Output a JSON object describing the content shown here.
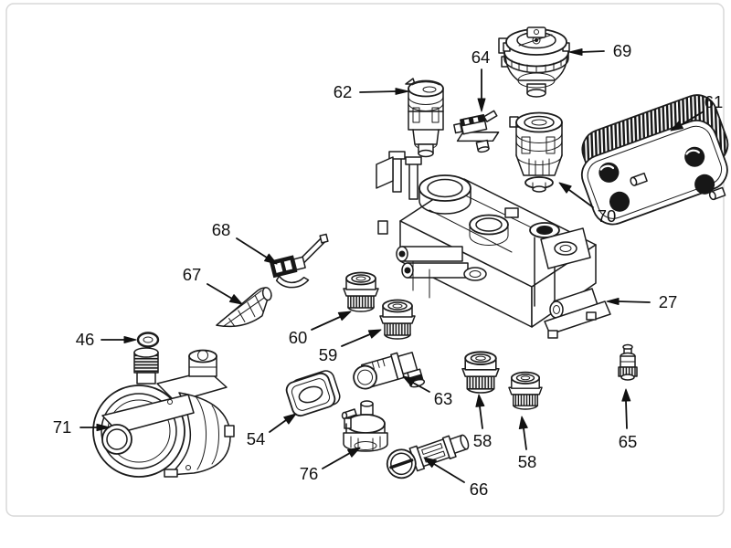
{
  "figure": {
    "type": "exploded-parts-diagram",
    "background": "#ffffff",
    "line_color": "#1b1b1b",
    "border_color": "#d8d8d8",
    "label_color": "#111111"
  },
  "callouts": [
    {
      "number": "62",
      "part": "filter-cartridge"
    },
    {
      "number": "64",
      "part": "micro-switch-sensor"
    },
    {
      "number": "69",
      "part": "actuator-motor-head"
    },
    {
      "number": "61",
      "part": "plate-heat-exchanger"
    },
    {
      "number": "70",
      "part": "diverter-cartridge"
    },
    {
      "number": "27",
      "part": "hydraulic-manifold"
    },
    {
      "number": "68",
      "part": "retaining-clip"
    },
    {
      "number": "67",
      "part": "filter-strainer"
    },
    {
      "number": "46",
      "part": "o-ring"
    },
    {
      "number": "60",
      "part": "pipe-fitting"
    },
    {
      "number": "59",
      "part": "pipe-fitting"
    },
    {
      "number": "63",
      "part": "angled-fitting"
    },
    {
      "number": "71",
      "part": "circulation-pump"
    },
    {
      "number": "54",
      "part": "flange-gasket"
    },
    {
      "number": "76",
      "part": "air-vent-valve"
    },
    {
      "number": "66",
      "part": "valve-cartridge"
    },
    {
      "number": "58",
      "part": "pipe-fitting"
    },
    {
      "number": "58",
      "part": "pipe-fitting"
    },
    {
      "number": "65",
      "part": "bypass-valve"
    }
  ]
}
